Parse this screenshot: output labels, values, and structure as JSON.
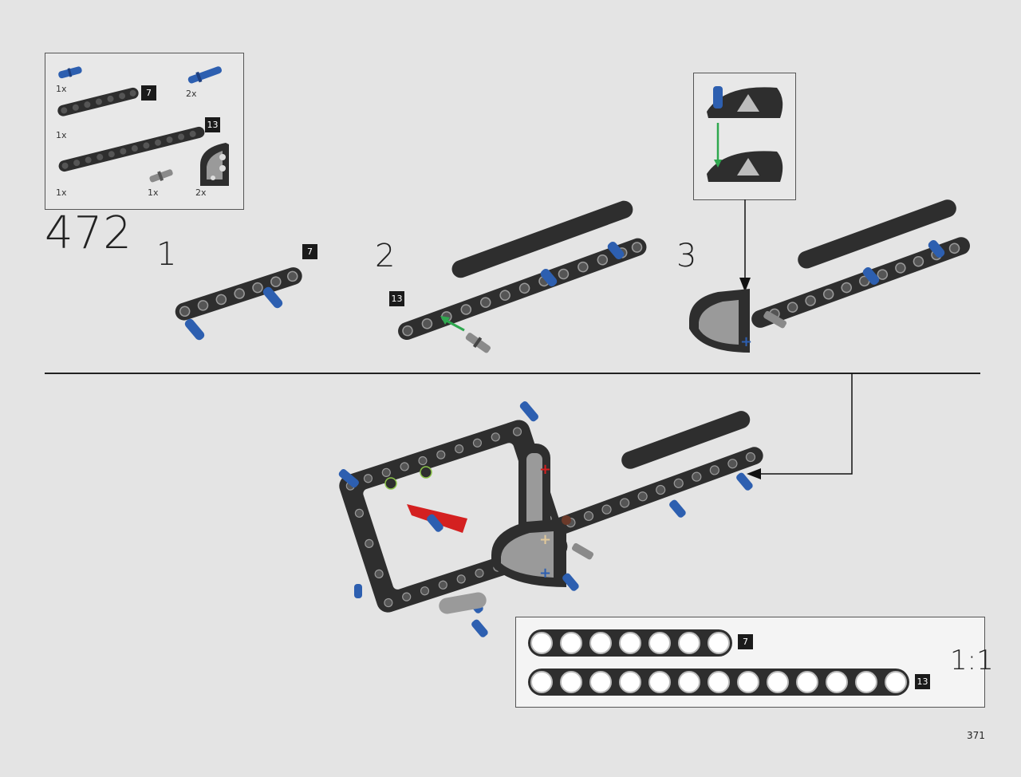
{
  "page": {
    "step_number": "472",
    "page_number": "371",
    "scale_label": "1:1"
  },
  "parts_list": [
    {
      "qty": "1x",
      "part": "blue-pin-icon"
    },
    {
      "qty": "2x",
      "part": "blue-long-pin-icon"
    },
    {
      "qty": "1x",
      "part": "beam-7-icon",
      "length_badge": "7"
    },
    {
      "qty": "1x",
      "part": "beam-13-icon",
      "length_badge": "13"
    },
    {
      "qty": "1x",
      "part": "grey-axle-pin-icon"
    },
    {
      "qty": "2x",
      "part": "quarter-round-frame-icon"
    }
  ],
  "substeps": [
    {
      "number": "1",
      "badge": "7"
    },
    {
      "number": "2",
      "badge": "13"
    },
    {
      "number": "3"
    }
  ],
  "scale_beams": [
    {
      "holes": 7,
      "badge": "7"
    },
    {
      "holes": 13,
      "badge": "13"
    }
  ],
  "colors": {
    "beam": "#2e2e2e",
    "pin_blue": "#2d5fb0",
    "pin_grey": "#8a8a8a",
    "arrow_green": "#2fa84f",
    "highlight_red": "#d42020",
    "background": "#e4e4e4"
  }
}
